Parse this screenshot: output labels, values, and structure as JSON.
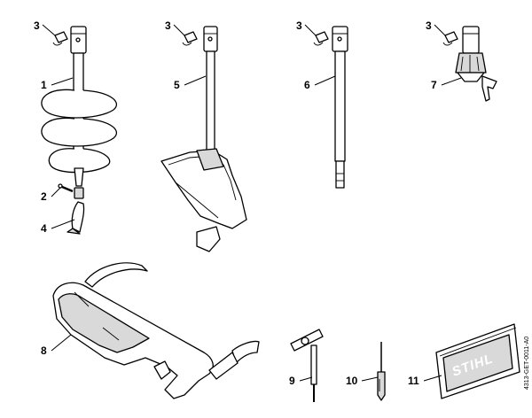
{
  "callouts": {
    "c1": "1",
    "c2": "2",
    "c3a": "3",
    "c3b": "3",
    "c3c": "3",
    "c3d": "3",
    "c4": "4",
    "c5": "5",
    "c6": "6",
    "c7": "7",
    "c8": "8",
    "c9": "9",
    "c10": "10",
    "c11": "11"
  },
  "brand_label": "STIHL",
  "drawing_reference": "4313-GET-0011-A0"
}
